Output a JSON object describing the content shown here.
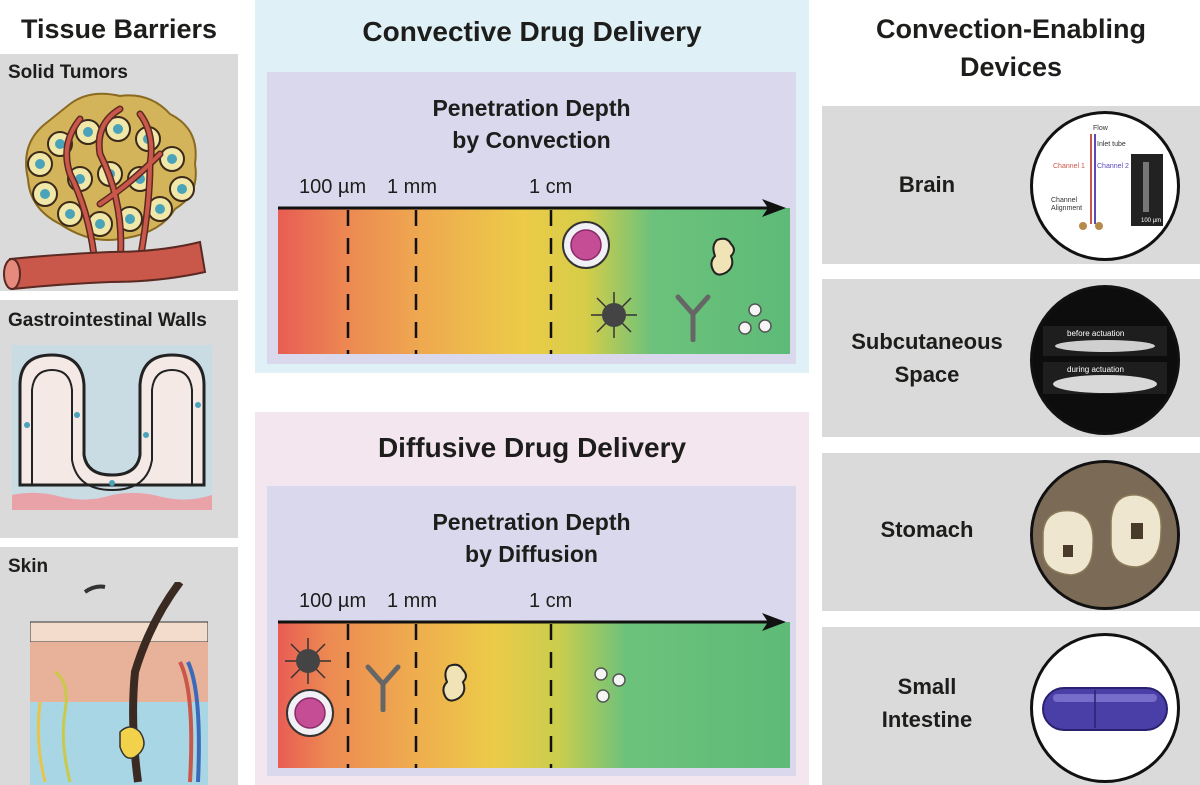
{
  "left_column": {
    "title": "Tissue Barriers",
    "panels": [
      {
        "label": "Solid Tumors"
      },
      {
        "label": "Gastrointestinal Walls"
      },
      {
        "label": "Skin"
      }
    ]
  },
  "convective": {
    "title": "Convective Drug Delivery",
    "inner_title_line1": "Penetration Depth",
    "inner_title_line2": "by Convection",
    "ticks": [
      "100 µm",
      "1 mm",
      "1 cm"
    ]
  },
  "diffusive": {
    "title": "Diffusive Drug Delivery",
    "inner_title_line1": "Penetration Depth",
    "inner_title_line2": "by Diffusion",
    "ticks": [
      "100 µm",
      "1 mm",
      "1 cm"
    ]
  },
  "right_column": {
    "title_line1": "Convection-Enabling",
    "title_line2": "Devices",
    "devices": [
      {
        "label_line1": "Brain",
        "label_line2": ""
      },
      {
        "label_line1": "Subcutaneous",
        "label_line2": "Space"
      },
      {
        "label_line1": "Stomach",
        "label_line2": ""
      },
      {
        "label_line1": "Small",
        "label_line2": "Intestine"
      }
    ],
    "brain_image_text": {
      "flow": "Flow",
      "inlet": "Inlet tube",
      "ch1": "Channel 1",
      "ch2": "Channel 2",
      "align1": "Channel",
      "align2": "Alignment",
      "scale": "100 µm"
    },
    "subq_image_text": {
      "before": "before actuation",
      "during": "during actuation"
    }
  },
  "colors": {
    "convective_bg": "#dff1f6",
    "diffusive_bg": "#f4e6ef",
    "inner_bg": "#d9d8ec",
    "panel_bg": "#dadada"
  }
}
